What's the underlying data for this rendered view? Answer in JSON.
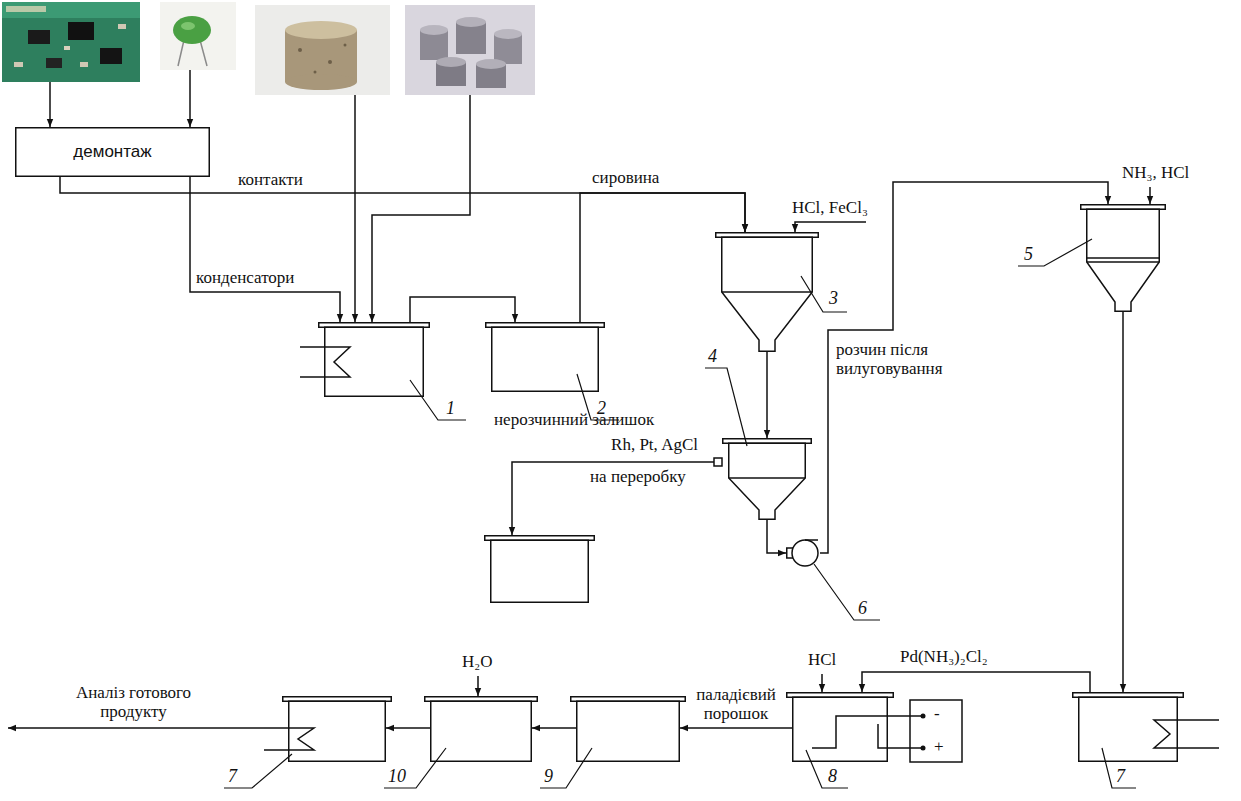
{
  "diagram": {
    "nodes": [
      {
        "text": [
          "демонтаж"
        ]
      },
      {
        "text": [
          "1"
        ]
      },
      {
        "text": [
          "2"
        ]
      },
      {
        "text": [
          "3"
        ]
      },
      {
        "text": [
          "4"
        ]
      },
      {
        "text": [
          "5"
        ]
      },
      {
        "text": [
          "6"
        ]
      },
      {
        "text": [
          "7"
        ]
      },
      {
        "text": [
          "8"
        ]
      },
      {
        "text": [
          "9"
        ]
      },
      {
        "text": [
          "10"
        ]
      },
      {
        "text": [
          "7"
        ]
      }
    ],
    "edges": [
      {
        "from": 0,
        "to": 1,
        "label": "конденсатори",
        "arrow": "to"
      },
      {
        "from": 0,
        "to": 3,
        "label": "контакти",
        "arrow": "to"
      },
      {
        "from": 1,
        "to": 2,
        "arrow": "to"
      },
      {
        "from": 2,
        "to": 3,
        "label": "сировина",
        "arrow": "to"
      },
      {
        "from": 3,
        "to": 4,
        "arrow": "to"
      },
      {
        "from": 4,
        "to": 6,
        "arrow": "to"
      },
      {
        "from": 6,
        "to": 5,
        "label": "розчин після вилуговування",
        "arrow": "to"
      },
      {
        "from": 5,
        "to": 7,
        "arrow": "to"
      },
      {
        "from": 7,
        "to": 8,
        "label": "Pd(NH₃)₂Cl₂",
        "arrow": "to"
      },
      {
        "from": 8,
        "to": 9,
        "label": "паладієвий порошок",
        "arrow": "to"
      },
      {
        "from": 9,
        "to": 10,
        "arrow": "to"
      },
      {
        "from": 10,
        "to": 11,
        "arrow": "to"
      }
    ],
    "labels": [
      "HCl, FeCl₃",
      "NH₃, HCl",
      "нерозчинний залишок",
      "Rh, Pt, AgCl",
      "на переробку",
      "HCl",
      "H₂O",
      "Аналіз готового продукту",
      "-",
      "+"
    ]
  }
}
